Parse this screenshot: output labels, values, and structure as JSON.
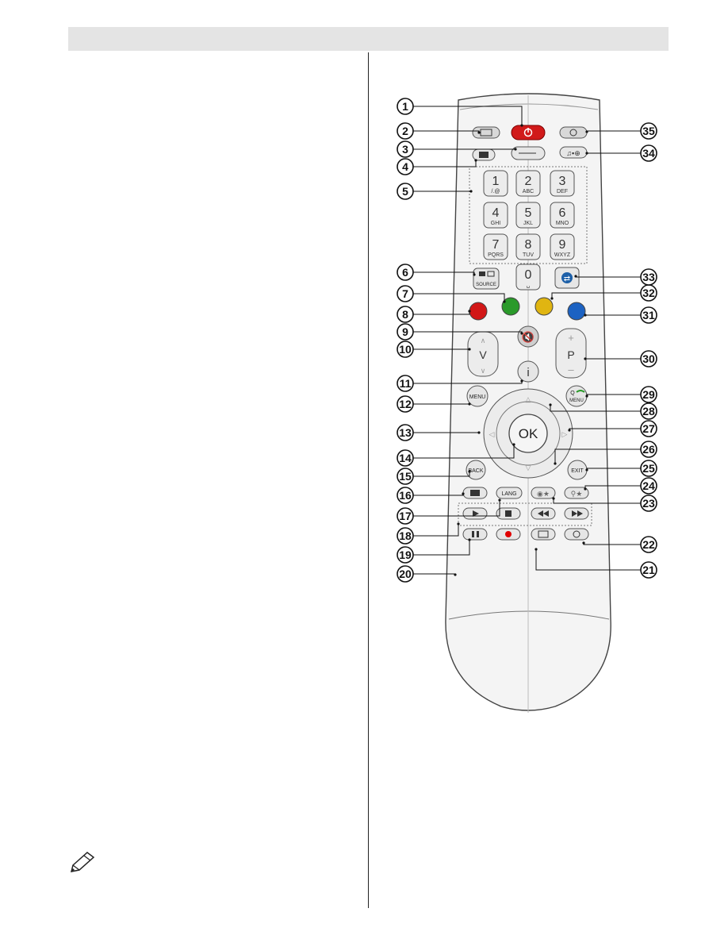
{
  "colors": {
    "header": "#e4e4e4",
    "remote_body": "#f4f4f4",
    "power": "#d11a1a",
    "red": "#d21717",
    "green": "#2a9a2a",
    "yellow": "#e0b511",
    "blue": "#1c62c2",
    "record": "#e00000"
  },
  "icons": {
    "note": "pencil-icon",
    "power": "power-icon",
    "mute": "mute-icon",
    "refresh": "swap-icon"
  },
  "keypad": [
    {
      "digit": "1",
      "letters": "/.@"
    },
    {
      "digit": "2",
      "letters": "ABC"
    },
    {
      "digit": "3",
      "letters": "DEF"
    },
    {
      "digit": "4",
      "letters": "GHI"
    },
    {
      "digit": "5",
      "letters": "JKL"
    },
    {
      "digit": "6",
      "letters": "MNO"
    },
    {
      "digit": "7",
      "letters": "PQRS"
    },
    {
      "digit": "8",
      "letters": "TUV"
    },
    {
      "digit": "9",
      "letters": "WXYZ"
    },
    {
      "digit": "0",
      "letters": "␣"
    }
  ],
  "labels": {
    "volume": "V",
    "program": "P",
    "info": "i",
    "menu": "MENU",
    "ok": "OK",
    "back": "BACK",
    "exit": "EXIT",
    "lang": "LANG",
    "source": "SOURCE",
    "qmenu_q": "Q",
    "qmenu": "MENU"
  },
  "callouts": [
    "1",
    "2",
    "3",
    "4",
    "5",
    "6",
    "7",
    "8",
    "9",
    "10",
    "11",
    "12",
    "13",
    "14",
    "15",
    "16",
    "17",
    "18",
    "19",
    "20",
    "21",
    "22",
    "23",
    "24",
    "25",
    "26",
    "27",
    "28",
    "29",
    "30",
    "31",
    "32",
    "33",
    "34",
    "35"
  ]
}
